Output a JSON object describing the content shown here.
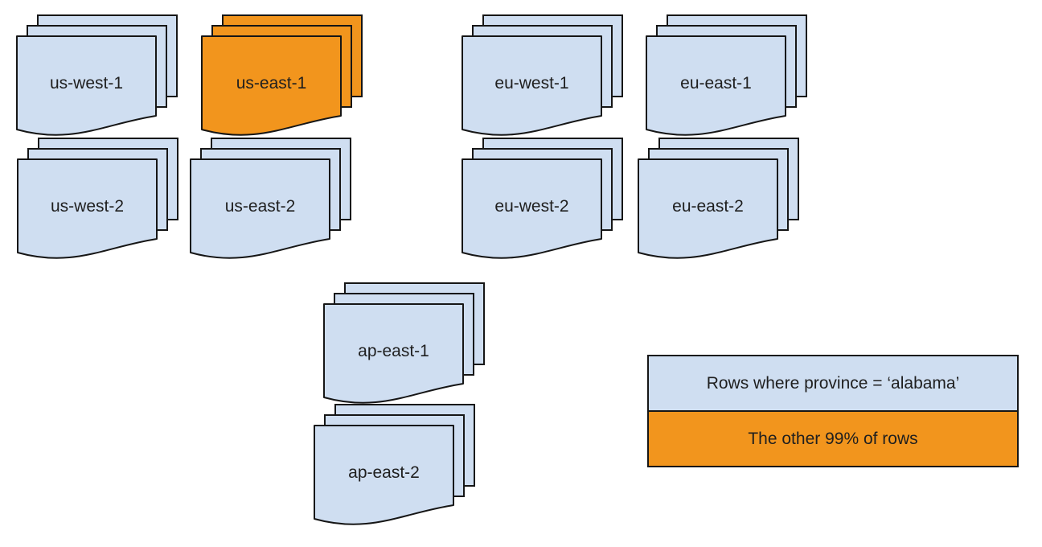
{
  "diagram": {
    "description_colors": {
      "document_blue": "#CFDEF1",
      "document_orange": "#F2951D",
      "outline": "#161616",
      "background": "#FFFFFF"
    }
  },
  "stacks": [
    {
      "label": "us-west-1",
      "variant": "blue"
    },
    {
      "label": "us-east-1",
      "variant": "orange"
    },
    {
      "label": "eu-west-1",
      "variant": "blue"
    },
    {
      "label": "eu-east-1",
      "variant": "blue"
    },
    {
      "label": "us-west-2",
      "variant": "blue"
    },
    {
      "label": "us-east-2",
      "variant": "blue"
    },
    {
      "label": "eu-west-2",
      "variant": "blue"
    },
    {
      "label": "eu-east-2",
      "variant": "blue"
    },
    {
      "label": "ap-east-1",
      "variant": "blue"
    },
    {
      "label": "ap-east-2",
      "variant": "blue"
    }
  ],
  "legend": {
    "rows": [
      {
        "label": "Rows where province = ‘alabama’",
        "color": "#CFDEF1"
      },
      {
        "label": "The other 99% of rows",
        "color": "#F2951D"
      }
    ]
  }
}
